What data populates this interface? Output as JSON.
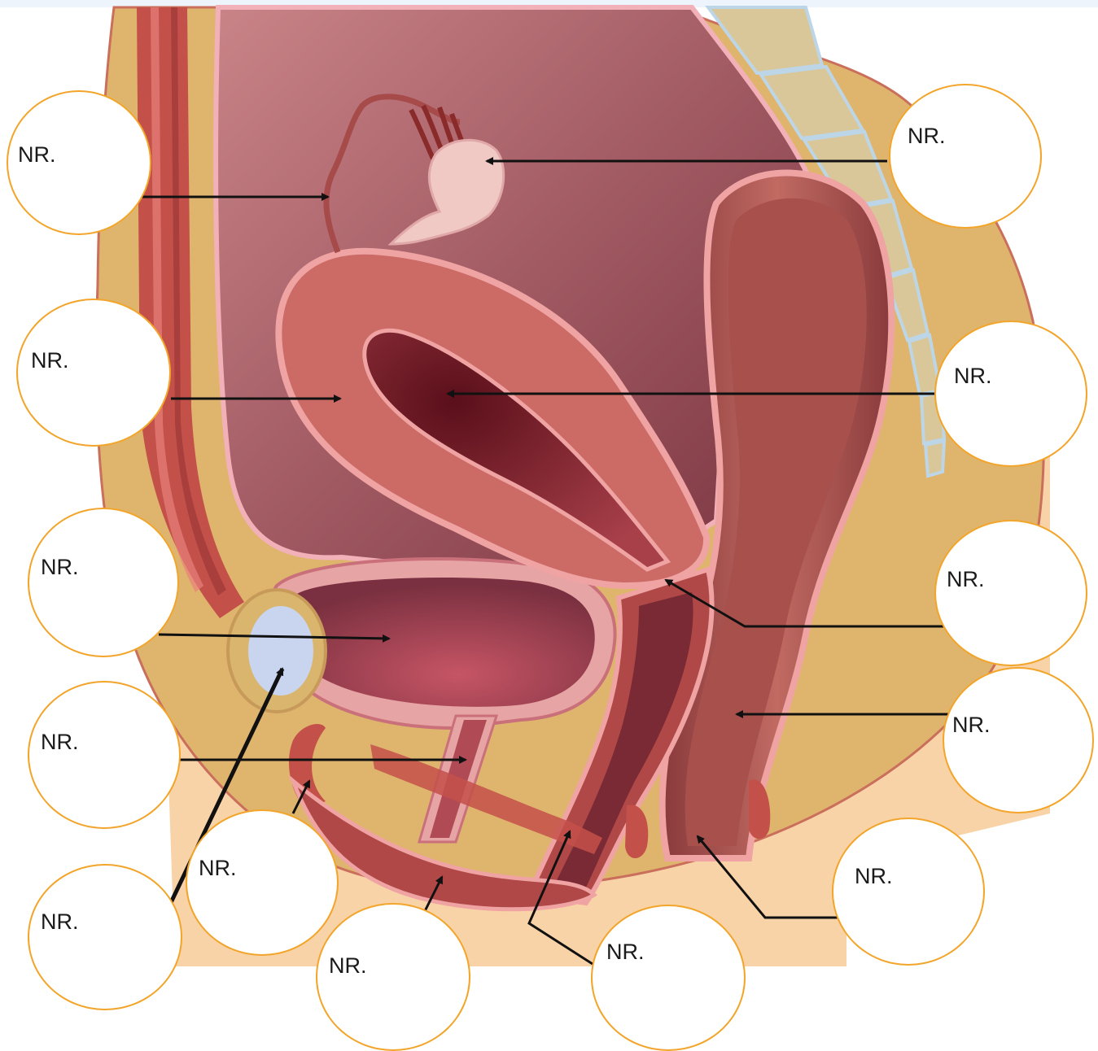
{
  "colors": {
    "skin": "#f9d3a8",
    "fat": "#dfb56e",
    "cavity": "#9a5058",
    "uterus": "#cc6b65",
    "uterus_edge": "#efa3a3",
    "lumen": "#6e1824",
    "bladder": "#8a3a48",
    "rectum": "#b8524f",
    "muscle": "#c4504a",
    "ovary": "#f0c9c5",
    "bone": "#d9c79a",
    "pubic_bone": "#c9d4ef",
    "circle_border": "#f2a52a",
    "arrow": "#111111"
  },
  "labels": [
    {
      "id": "fallopian-tube",
      "text": "NR."
    },
    {
      "id": "ovary",
      "text": "NR."
    },
    {
      "id": "uterus-wall",
      "text": "NR."
    },
    {
      "id": "uterine-cavity",
      "text": "NR."
    },
    {
      "id": "bladder",
      "text": "NR."
    },
    {
      "id": "cervix",
      "text": "NR."
    },
    {
      "id": "urethra",
      "text": "NR."
    },
    {
      "id": "rectum",
      "text": "NR."
    },
    {
      "id": "pubic-bone",
      "text": "NR."
    },
    {
      "id": "clitoris",
      "text": "NR."
    },
    {
      "id": "labia",
      "text": "NR."
    },
    {
      "id": "vagina",
      "text": "NR."
    },
    {
      "id": "anus",
      "text": "NR."
    }
  ]
}
